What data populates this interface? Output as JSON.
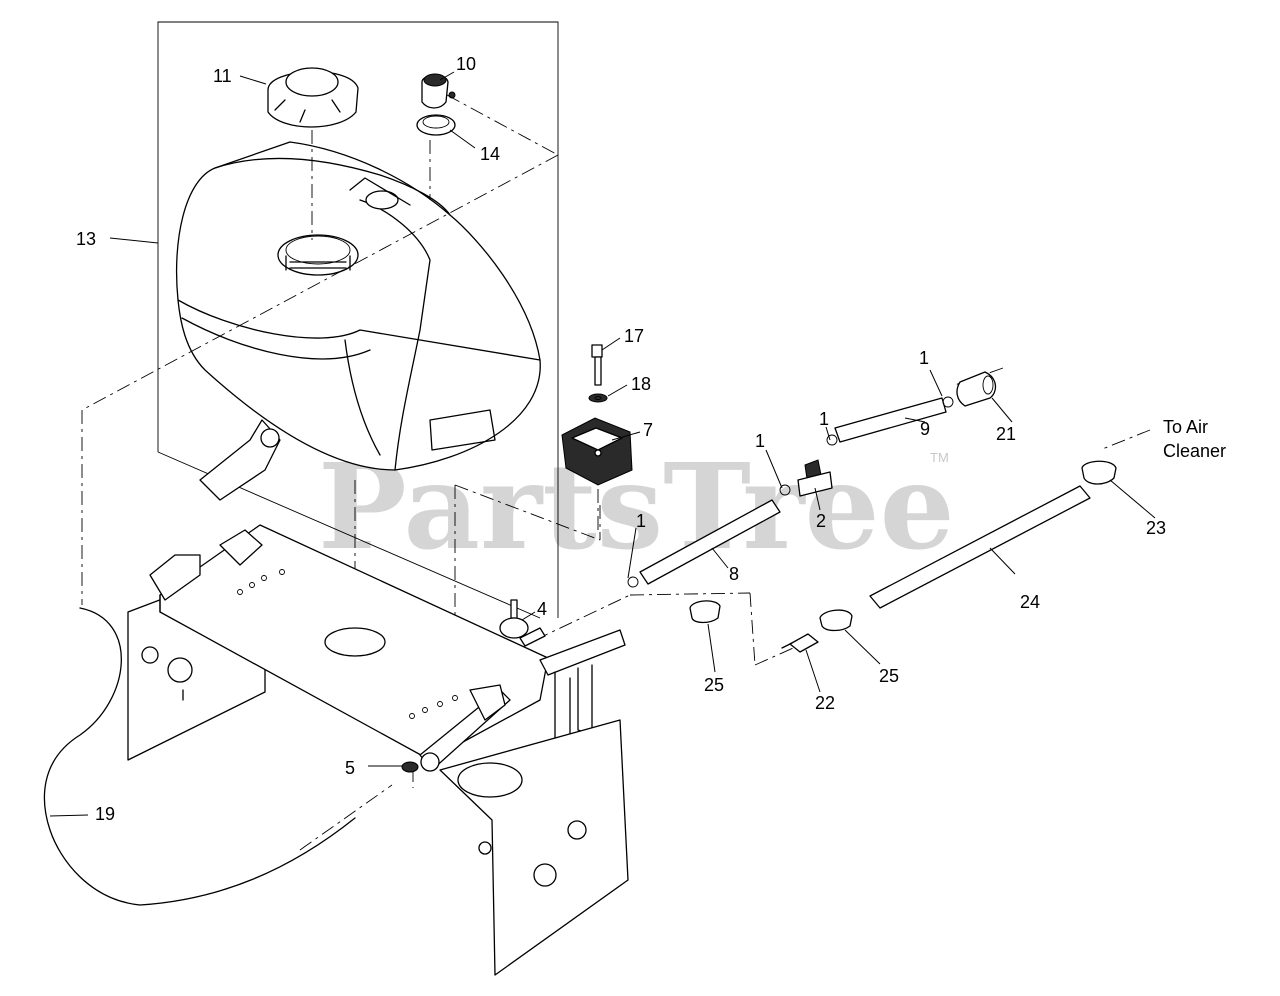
{
  "watermark": {
    "text": "PartsTree",
    "trademark": "TM"
  },
  "note": {
    "line1": "To Air",
    "line2": "Cleaner"
  },
  "callouts": {
    "c1a": "1",
    "c1b": "1",
    "c1c": "1",
    "c1d": "1",
    "c2": "2",
    "c4": "4",
    "c5": "5",
    "c7": "7",
    "c8": "8",
    "c9": "9",
    "c10": "10",
    "c11": "11",
    "c13": "13",
    "c14": "14",
    "c17": "17",
    "c18": "18",
    "c19": "19",
    "c21": "21",
    "c22": "22",
    "c23": "23",
    "c24": "24",
    "c25a": "25",
    "c25b": "25"
  }
}
